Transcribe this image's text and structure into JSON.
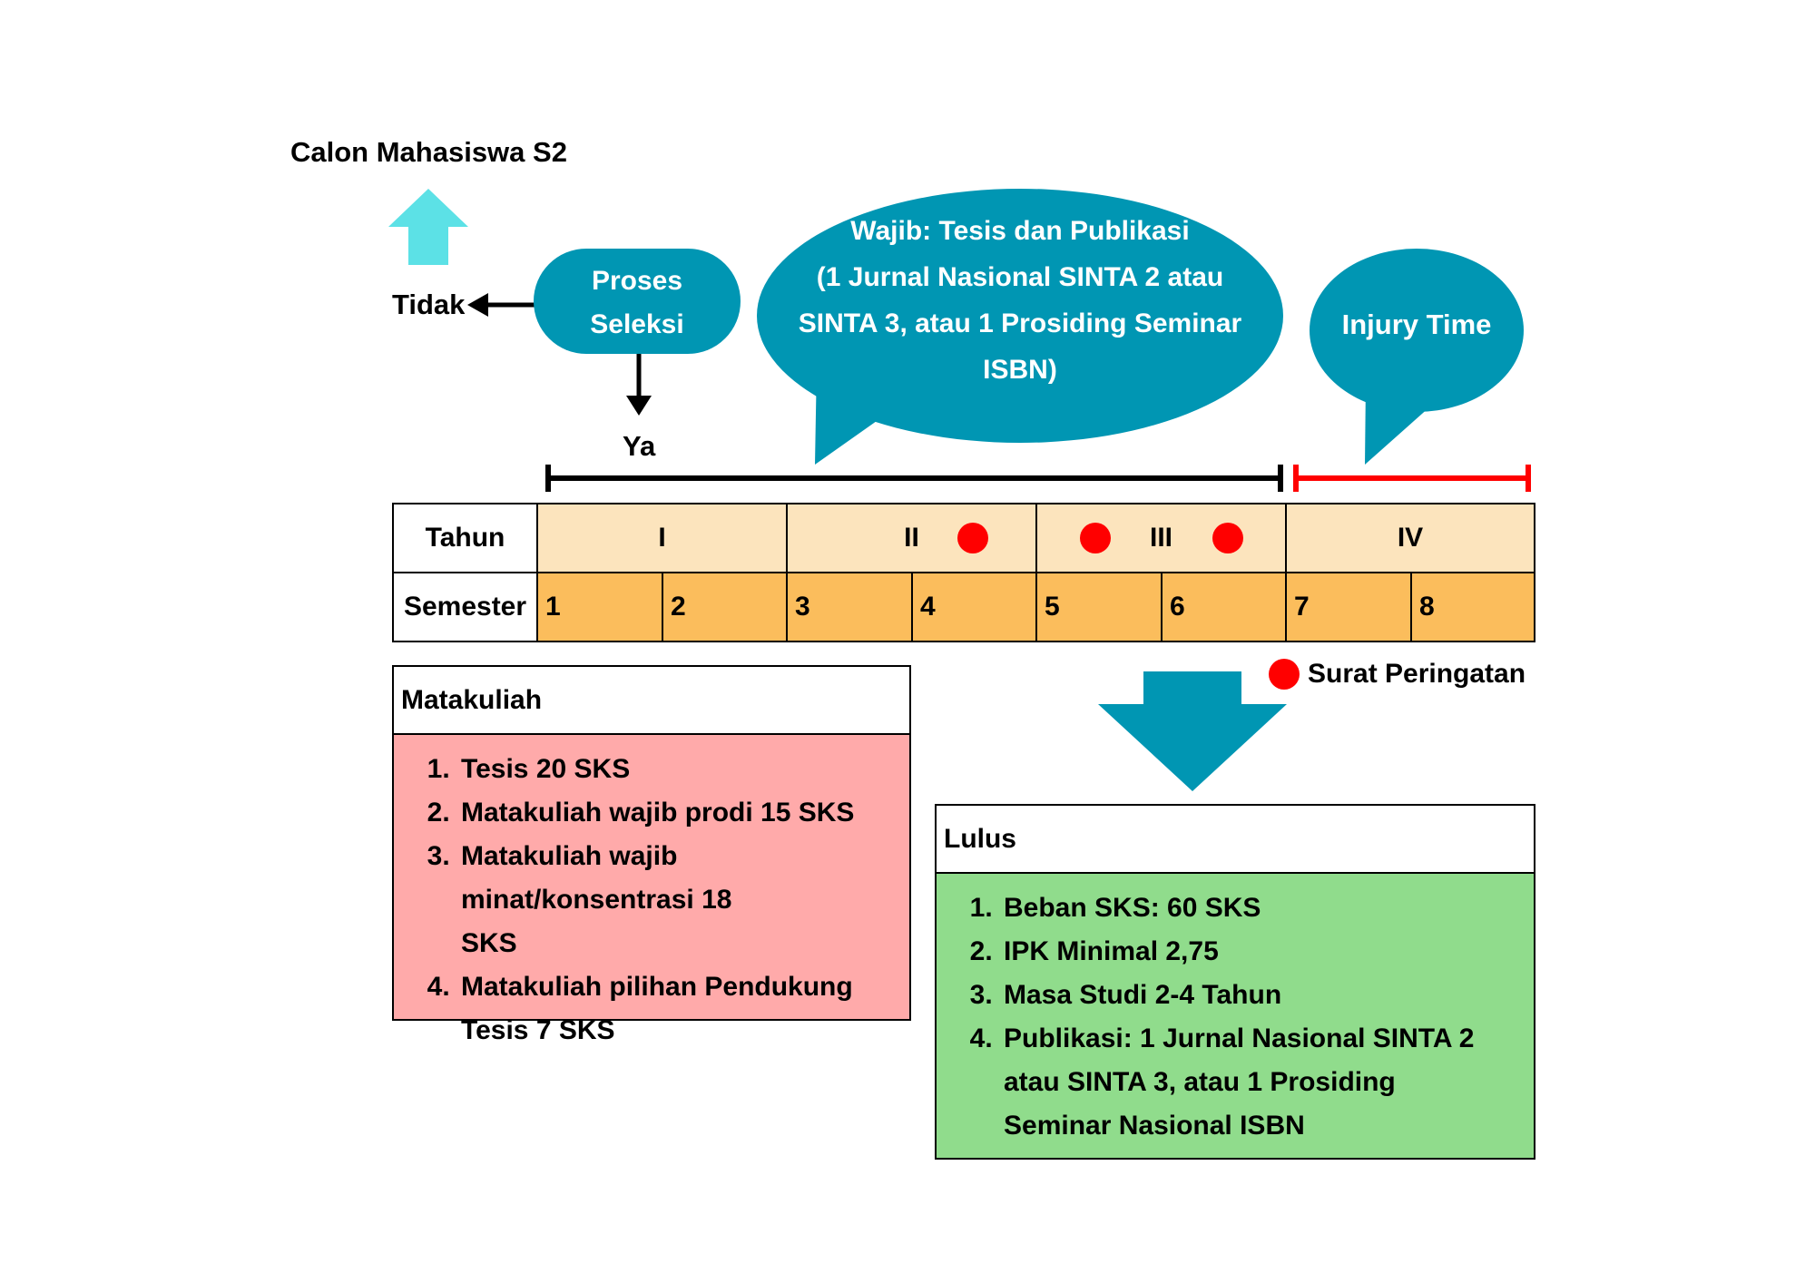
{
  "top_label": "Calon Mahasiswa S2",
  "tidak_label": "Tidak",
  "ya_label": "Ya",
  "seleksi_lines": [
    "Proses",
    "Seleksi"
  ],
  "wajib_lines": [
    "Wajib: Tesis dan Publikasi",
    "(1 Jurnal Nasional SINTA 2 atau",
    "SINTA 3, atau 1 Prosiding Seminar",
    "ISBN)"
  ],
  "injury_label": "Injury Time",
  "table": {
    "tahun_label": "Tahun",
    "semester_label": "Semester",
    "years": [
      "I",
      "II",
      "III",
      "IV"
    ],
    "semesters": [
      "1",
      "2",
      "3",
      "4",
      "5",
      "6",
      "7",
      "8"
    ]
  },
  "legend_label": "Surat Peringatan",
  "matakuliah": {
    "title": "Matakuliah",
    "items": [
      "Tesis 20 SKS",
      "Matakuliah wajib prodi 15 SKS",
      "Matakuliah wajib minat/konsentrasi 18 SKS",
      "Matakuliah pilihan Pendukung Tesis 7 SKS"
    ]
  },
  "lulus": {
    "title": "Lulus",
    "items": [
      "Beban SKS: 60 SKS",
      "IPK Minimal 2,75",
      "Masa Studi 2-4 Tahun",
      "Publikasi: 1 Jurnal Nasional SINTA 2 atau SINTA 3, atau 1 Prosiding Seminar Nasional ISBN"
    ]
  },
  "colors": {
    "bubble": "#0096b3",
    "up_arrow": "#5ce1e6",
    "down_arrow": "#0096b3",
    "year_row": "#fce4bd",
    "semester_row": "#fbbd5c",
    "warning_dot": "#ff0000",
    "matakuliah_bg": "#ffaaaa",
    "lulus_bg": "#90dc8c",
    "injury_line": "#ff0000"
  }
}
